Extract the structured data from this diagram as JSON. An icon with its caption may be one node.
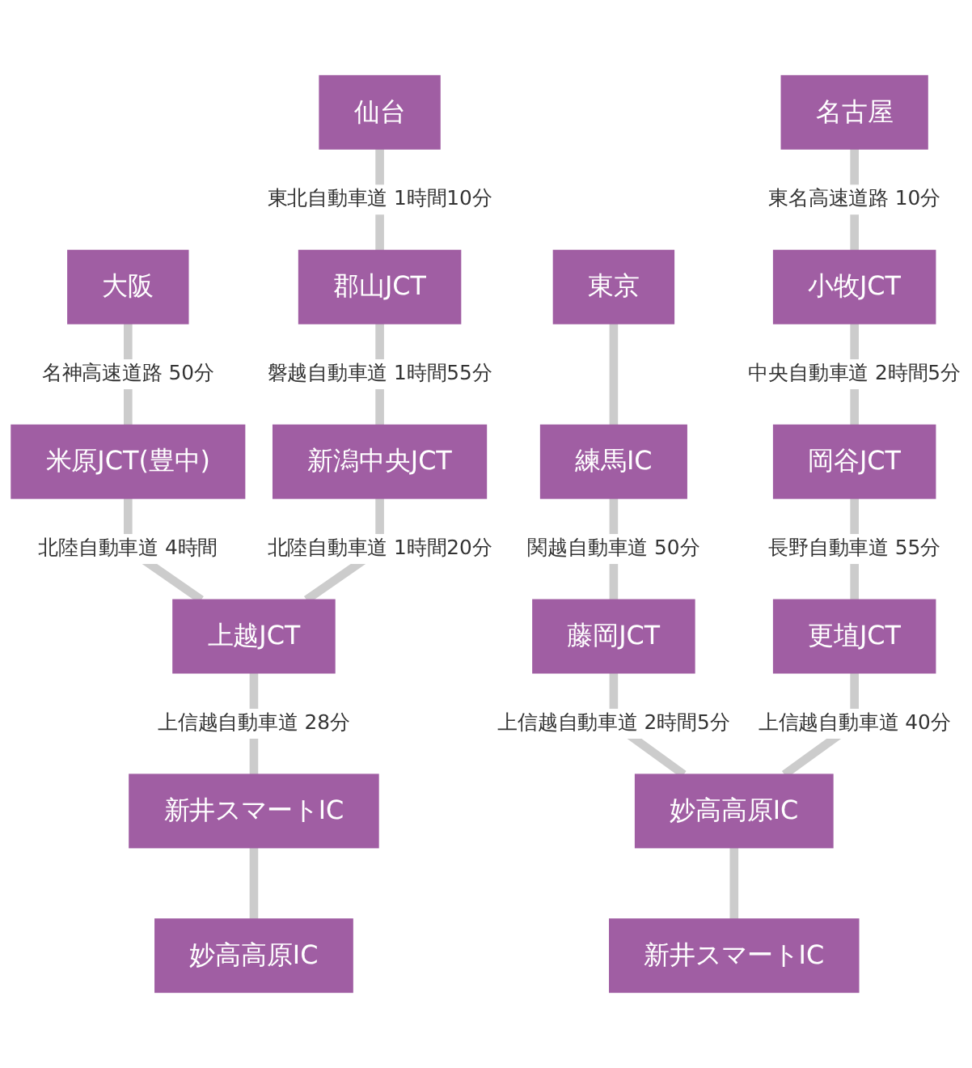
{
  "diagram": {
    "nodes": [
      {
        "text": [
          "大阪"
        ]
      },
      {
        "text": [
          "仙台"
        ]
      },
      {
        "text": [
          "名古屋"
        ]
      },
      {
        "text": [
          "東京"
        ]
      },
      {
        "text": [
          "米原JCT(豊中)"
        ]
      },
      {
        "text": [
          "郡山JCT"
        ]
      },
      {
        "text": [
          "小牧JCT"
        ]
      },
      {
        "text": [
          "練馬IC"
        ]
      },
      {
        "text": [
          "新潟中央JCT"
        ]
      },
      {
        "text": [
          "岡谷JCT"
        ]
      },
      {
        "text": [
          "藤岡JCT"
        ]
      },
      {
        "text": [
          "上越JCT"
        ]
      },
      {
        "text": [
          "更埴JCT"
        ]
      },
      {
        "text": [
          "新井スマートIC"
        ]
      },
      {
        "text": [
          "妙高高原IC"
        ]
      },
      {
        "text": [
          "妙高高原IC"
        ]
      },
      {
        "text": [
          "新井スマートIC"
        ]
      }
    ],
    "edges": [
      {
        "from": 0,
        "to": 4,
        "arrow": "none",
        "label": "名神高速道路 50分"
      },
      {
        "from": 1,
        "to": 5,
        "arrow": "none",
        "label": "東北自動車道 1時間10分"
      },
      {
        "from": 2,
        "to": 6,
        "arrow": "none",
        "label": "東名高速道路 10分"
      },
      {
        "from": 3,
        "to": 7,
        "arrow": "none"
      },
      {
        "from": 4,
        "to": 11,
        "arrow": "none",
        "label": "北陸自動車道 4時間"
      },
      {
        "from": 5,
        "to": 8,
        "arrow": "none",
        "label": "磐越自動車道 1時間55分"
      },
      {
        "from": 6,
        "to": 9,
        "arrow": "none",
        "label": "中央自動車道 2時間5分"
      },
      {
        "from": 7,
        "to": 10,
        "arrow": "none",
        "label": "関越自動車道 50分"
      },
      {
        "from": 8,
        "to": 11,
        "arrow": "none",
        "label": "北陸自動車道 1時間20分"
      },
      {
        "from": 9,
        "to": 12,
        "arrow": "none",
        "label": "長野自動車道 55分"
      },
      {
        "from": 10,
        "to": 14,
        "arrow": "none",
        "label": "上信越自動車道 2時間5分"
      },
      {
        "from": 11,
        "to": 13,
        "arrow": "none",
        "label": "上信越自動車道 28分"
      },
      {
        "from": 12,
        "to": 14,
        "arrow": "none",
        "label": "上信越自動車道 40分"
      },
      {
        "from": 13,
        "to": 15,
        "arrow": "none"
      },
      {
        "from": 14,
        "to": 16,
        "arrow": "none"
      }
    ]
  }
}
